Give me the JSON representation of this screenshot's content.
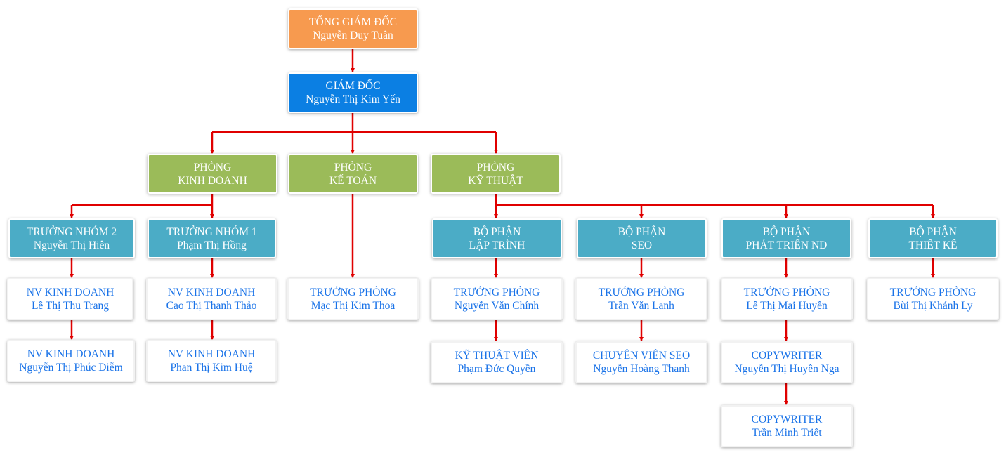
{
  "colors": {
    "connector": "#e00000",
    "ceo": "#f79a4f",
    "director": "#0b7fe3",
    "department": "#9bbb59",
    "team": "#4bacc6",
    "staff_text": "#1a73e8"
  },
  "ceo": {
    "title": "TỔNG GIÁM ĐỐC",
    "name": "Nguyễn Duy Tuân"
  },
  "director": {
    "title": "GIÁM ĐỐC",
    "name": "Nguyễn Thị Kim Yến"
  },
  "sales": {
    "line1": "PHÒNG",
    "line2": "KINH DOANH",
    "team2": {
      "title": "TRƯỞNG NHÓM 2",
      "name": "Nguyễn Thị Hiên",
      "staff": [
        {
          "title": "NV KINH DOANH",
          "name": "Lê Thị Thu Trang"
        },
        {
          "title": "NV KINH DOANH",
          "name": "Nguyễn Thị Phúc Diễm"
        }
      ]
    },
    "team1": {
      "title": "TRƯỞNG NHÓM 1",
      "name": "Phạm Thị Hồng",
      "staff": [
        {
          "title": "NV KINH DOANH",
          "name": "Cao Thị Thanh Thảo"
        },
        {
          "title": "NV KINH DOANH",
          "name": "Phan Thị Kim Huệ"
        }
      ]
    }
  },
  "accounting": {
    "line1": "PHÒNG",
    "line2": "KẾ TOÁN",
    "head": {
      "title": "TRƯỞNG PHÒNG",
      "name": "Mạc Thị Kim Thoa"
    }
  },
  "technical": {
    "line1": "PHÒNG",
    "line2": "KỸ THUẬT",
    "programming": {
      "line1": "BỘ PHẬN",
      "line2": "LẬP TRÌNH",
      "head": {
        "title": "TRƯỞNG PHÒNG",
        "name": "Nguyễn Văn Chính"
      },
      "staff": [
        {
          "title": "KỸ THUẬT VIÊN",
          "name": "Phạm Đức Quyền"
        }
      ]
    },
    "seo": {
      "line1": "BỘ PHẬN",
      "line2": "SEO",
      "head": {
        "title": "TRƯỞNG PHÒNG",
        "name": "Trần Văn Lanh"
      },
      "staff": [
        {
          "title": "CHUYÊN VIÊN SEO",
          "name": "Nguyễn Hoàng Thanh"
        }
      ]
    },
    "content": {
      "line1": "BỘ PHẬN",
      "line2": "PHÁT TRIỂN ND",
      "head": {
        "title": "TRƯỞNG PHÒNG",
        "name": "Lê Thị Mai Huyền"
      },
      "staff": [
        {
          "title": "COPYWRITER",
          "name": "Nguyễn Thị Huyền Nga"
        },
        {
          "title": "COPYWRITER",
          "name": "Trần Minh Triết"
        }
      ]
    },
    "design": {
      "line1": "BỘ PHẬN",
      "line2": "THIẾT KẾ",
      "head": {
        "title": "TRƯỞNG PHÒNG",
        "name": "Bùi Thị Khánh Ly"
      }
    }
  }
}
